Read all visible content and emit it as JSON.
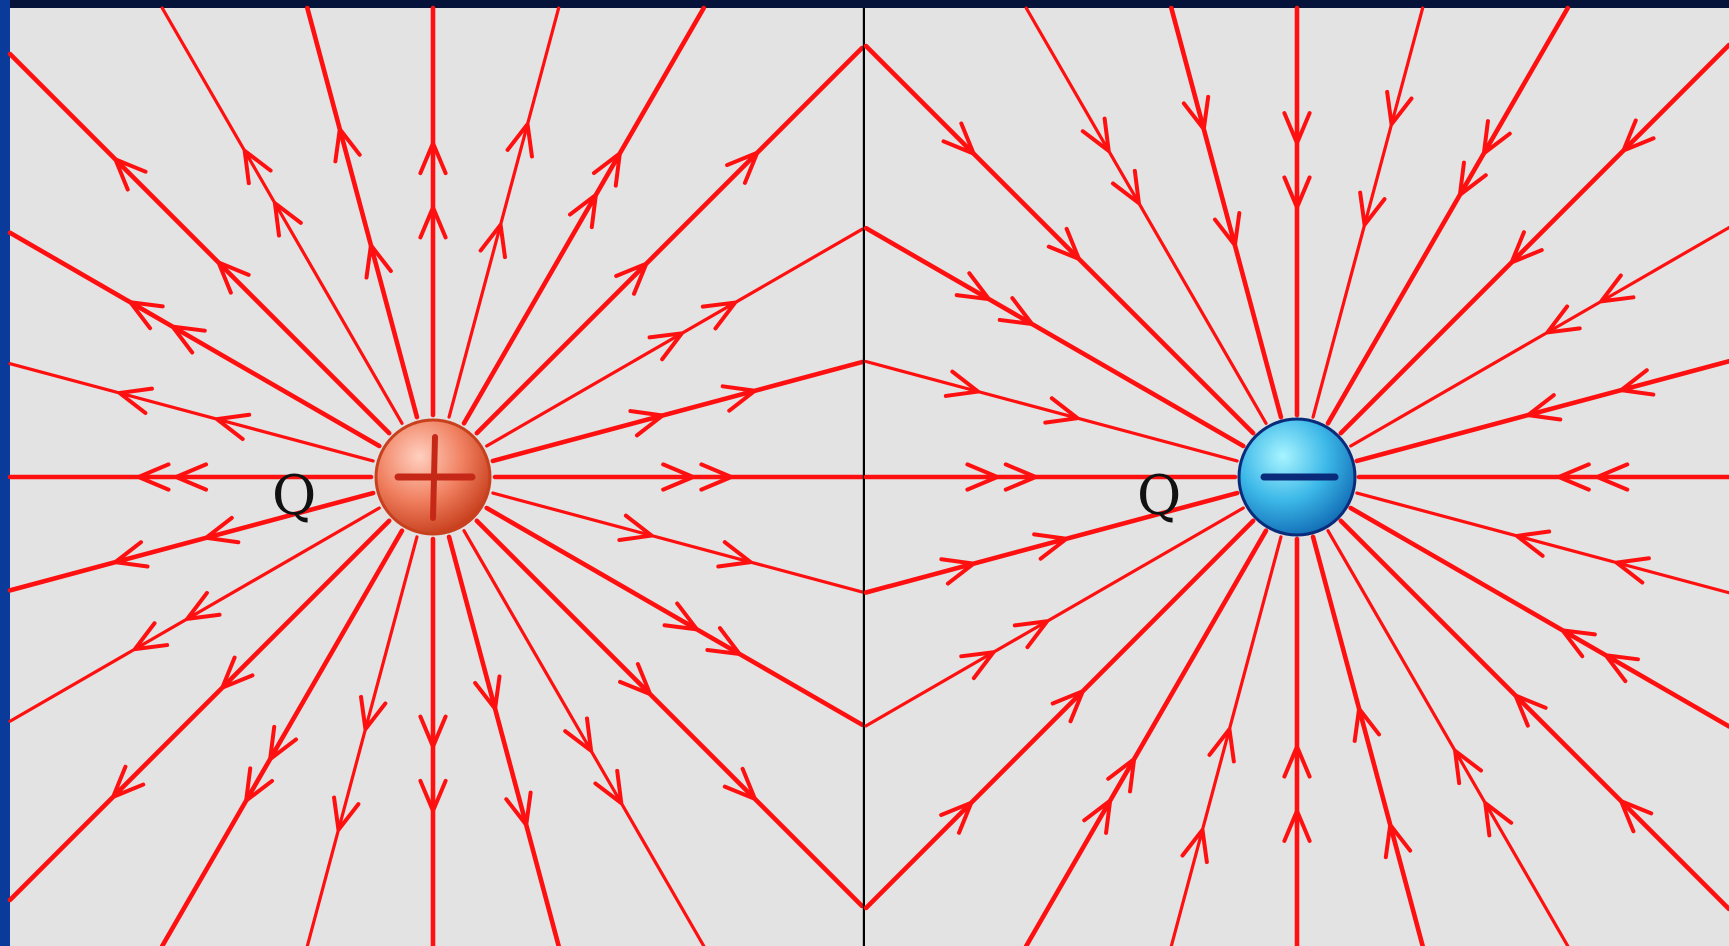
{
  "panels": [
    {
      "id": "positive",
      "charge_label": "Q",
      "charge_sign": "+",
      "field_direction": "outward",
      "sphere_colors": {
        "light": "#ffd0c0",
        "mid": "#f08060",
        "dark": "#c8401e",
        "sign": "#c62818",
        "outline": "#c8401e"
      }
    },
    {
      "id": "negative",
      "charge_label": "Q",
      "charge_sign": "−",
      "field_direction": "inward",
      "sphere_colors": {
        "light": "#a8f4ff",
        "mid": "#3cb8e8",
        "dark": "#1470b8",
        "sign": "#0a2a7a",
        "outline": "#0a2a7a"
      }
    }
  ],
  "colors": {
    "background": "#e3e3e3",
    "field_lines": "#ff1010",
    "frame": "#05123a",
    "divider": "#000000"
  },
  "field_line_count": 24
}
